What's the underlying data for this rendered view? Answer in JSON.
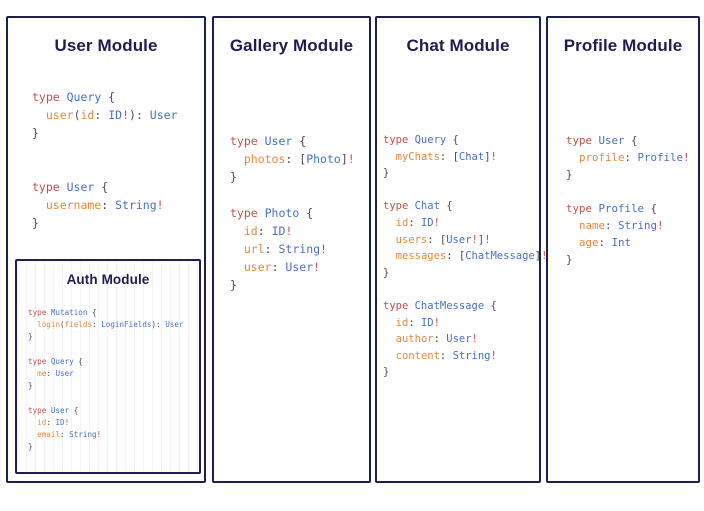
{
  "board": {
    "background_color": "#ffffff",
    "card_border_color": "#1c1f4f",
    "heading_color": "#201c50",
    "syntax_colors": {
      "keyword": "#c0504d",
      "type_name": "#4a6fc0",
      "field_name": "#e08a3c",
      "punctuation": "#4a4a55",
      "non_null_bang": "#c0504d"
    }
  },
  "cards": {
    "user": {
      "title": "User Module",
      "code_lines": [
        [
          {
            "t": "type ",
            "c": "kw"
          },
          {
            "t": "Query",
            "c": "ty"
          },
          {
            "t": " {",
            "c": "pun"
          }
        ],
        [
          {
            "t": "  ",
            "c": "pun"
          },
          {
            "t": "user",
            "c": "fld"
          },
          {
            "t": "(",
            "c": "pun"
          },
          {
            "t": "id",
            "c": "fld"
          },
          {
            "t": ": ",
            "c": "pun"
          },
          {
            "t": "ID",
            "c": "ty"
          },
          {
            "t": "!",
            "c": "bang"
          },
          {
            "t": "): ",
            "c": "pun"
          },
          {
            "t": "User",
            "c": "ty"
          }
        ],
        [
          {
            "t": "}",
            "c": "pun"
          }
        ],
        [
          {
            "t": "",
            "c": "pun"
          }
        ],
        [
          {
            "t": "",
            "c": "pun"
          }
        ],
        [
          {
            "t": "type ",
            "c": "kw"
          },
          {
            "t": "User",
            "c": "ty"
          },
          {
            "t": " {",
            "c": "pun"
          }
        ],
        [
          {
            "t": "  ",
            "c": "pun"
          },
          {
            "t": "username",
            "c": "fld"
          },
          {
            "t": ": ",
            "c": "pun"
          },
          {
            "t": "String",
            "c": "ty"
          },
          {
            "t": "!",
            "c": "bang"
          }
        ],
        [
          {
            "t": "}",
            "c": "pun"
          }
        ]
      ]
    },
    "auth": {
      "title": "Auth Module",
      "code_lines": [
        [
          {
            "t": "type ",
            "c": "kw"
          },
          {
            "t": "Mutation",
            "c": "ty"
          },
          {
            "t": " {",
            "c": "pun"
          }
        ],
        [
          {
            "t": "  ",
            "c": "pun"
          },
          {
            "t": "login",
            "c": "fld"
          },
          {
            "t": "(",
            "c": "pun"
          },
          {
            "t": "fields",
            "c": "fld"
          },
          {
            "t": ": ",
            "c": "pun"
          },
          {
            "t": "LoginFields",
            "c": "ty"
          },
          {
            "t": "): ",
            "c": "pun"
          },
          {
            "t": "User",
            "c": "ty"
          }
        ],
        [
          {
            "t": "}",
            "c": "pun"
          }
        ],
        [
          {
            "t": "",
            "c": "pun"
          }
        ],
        [
          {
            "t": "type ",
            "c": "kw"
          },
          {
            "t": "Query",
            "c": "ty"
          },
          {
            "t": " {",
            "c": "pun"
          }
        ],
        [
          {
            "t": "  ",
            "c": "pun"
          },
          {
            "t": "me",
            "c": "fld"
          },
          {
            "t": ": ",
            "c": "pun"
          },
          {
            "t": "User",
            "c": "ty"
          }
        ],
        [
          {
            "t": "}",
            "c": "pun"
          }
        ],
        [
          {
            "t": "",
            "c": "pun"
          }
        ],
        [
          {
            "t": "type ",
            "c": "kw"
          },
          {
            "t": "User",
            "c": "ty"
          },
          {
            "t": " {",
            "c": "pun"
          }
        ],
        [
          {
            "t": "  ",
            "c": "pun"
          },
          {
            "t": "id",
            "c": "fld"
          },
          {
            "t": ": ",
            "c": "pun"
          },
          {
            "t": "ID",
            "c": "ty"
          },
          {
            "t": "!",
            "c": "bang"
          }
        ],
        [
          {
            "t": "  ",
            "c": "pun"
          },
          {
            "t": "email",
            "c": "fld"
          },
          {
            "t": ": ",
            "c": "pun"
          },
          {
            "t": "String",
            "c": "ty"
          },
          {
            "t": "!",
            "c": "bang"
          }
        ],
        [
          {
            "t": "}",
            "c": "pun"
          }
        ]
      ]
    },
    "gallery": {
      "title": "Gallery Module",
      "code_lines": [
        [
          {
            "t": "type ",
            "c": "kw"
          },
          {
            "t": "User",
            "c": "ty"
          },
          {
            "t": " {",
            "c": "pun"
          }
        ],
        [
          {
            "t": "  ",
            "c": "pun"
          },
          {
            "t": "photos",
            "c": "fld"
          },
          {
            "t": ": [",
            "c": "pun"
          },
          {
            "t": "Photo",
            "c": "ty"
          },
          {
            "t": "]",
            "c": "pun"
          },
          {
            "t": "!",
            "c": "bang"
          }
        ],
        [
          {
            "t": "}",
            "c": "pun"
          }
        ],
        [
          {
            "t": "",
            "c": "pun"
          }
        ],
        [
          {
            "t": "type ",
            "c": "kw"
          },
          {
            "t": "Photo",
            "c": "ty"
          },
          {
            "t": " {",
            "c": "pun"
          }
        ],
        [
          {
            "t": "  ",
            "c": "pun"
          },
          {
            "t": "id",
            "c": "fld"
          },
          {
            "t": ": ",
            "c": "pun"
          },
          {
            "t": "ID",
            "c": "ty"
          },
          {
            "t": "!",
            "c": "bang"
          }
        ],
        [
          {
            "t": "  ",
            "c": "pun"
          },
          {
            "t": "url",
            "c": "fld"
          },
          {
            "t": ": ",
            "c": "pun"
          },
          {
            "t": "String",
            "c": "ty"
          },
          {
            "t": "!",
            "c": "bang"
          }
        ],
        [
          {
            "t": "  ",
            "c": "pun"
          },
          {
            "t": "user",
            "c": "fld"
          },
          {
            "t": ": ",
            "c": "pun"
          },
          {
            "t": "User",
            "c": "ty"
          },
          {
            "t": "!",
            "c": "bang"
          }
        ],
        [
          {
            "t": "}",
            "c": "pun"
          }
        ]
      ]
    },
    "chat": {
      "title": "Chat Module",
      "code_lines": [
        [
          {
            "t": "type ",
            "c": "kw"
          },
          {
            "t": "Query",
            "c": "ty"
          },
          {
            "t": " {",
            "c": "pun"
          }
        ],
        [
          {
            "t": "  ",
            "c": "pun"
          },
          {
            "t": "myChats",
            "c": "fld"
          },
          {
            "t": ": [",
            "c": "pun"
          },
          {
            "t": "Chat",
            "c": "ty"
          },
          {
            "t": "]",
            "c": "pun"
          },
          {
            "t": "!",
            "c": "bang"
          }
        ],
        [
          {
            "t": "}",
            "c": "pun"
          }
        ],
        [
          {
            "t": "",
            "c": "pun"
          }
        ],
        [
          {
            "t": "type ",
            "c": "kw"
          },
          {
            "t": "Chat",
            "c": "ty"
          },
          {
            "t": " {",
            "c": "pun"
          }
        ],
        [
          {
            "t": "  ",
            "c": "pun"
          },
          {
            "t": "id",
            "c": "fld"
          },
          {
            "t": ": ",
            "c": "pun"
          },
          {
            "t": "ID",
            "c": "ty"
          },
          {
            "t": "!",
            "c": "bang"
          }
        ],
        [
          {
            "t": "  ",
            "c": "pun"
          },
          {
            "t": "users",
            "c": "fld"
          },
          {
            "t": ": [",
            "c": "pun"
          },
          {
            "t": "User",
            "c": "ty"
          },
          {
            "t": "!",
            "c": "bang"
          },
          {
            "t": "]",
            "c": "pun"
          },
          {
            "t": "!",
            "c": "bang"
          }
        ],
        [
          {
            "t": "  ",
            "c": "pun"
          },
          {
            "t": "messages",
            "c": "fld"
          },
          {
            "t": ": [",
            "c": "pun"
          },
          {
            "t": "ChatMessage",
            "c": "ty"
          },
          {
            "t": "]",
            "c": "pun"
          },
          {
            "t": "!",
            "c": "bang"
          }
        ],
        [
          {
            "t": "}",
            "c": "pun"
          }
        ],
        [
          {
            "t": "",
            "c": "pun"
          }
        ],
        [
          {
            "t": "type ",
            "c": "kw"
          },
          {
            "t": "ChatMessage",
            "c": "ty"
          },
          {
            "t": " {",
            "c": "pun"
          }
        ],
        [
          {
            "t": "  ",
            "c": "pun"
          },
          {
            "t": "id",
            "c": "fld"
          },
          {
            "t": ": ",
            "c": "pun"
          },
          {
            "t": "ID",
            "c": "ty"
          },
          {
            "t": "!",
            "c": "bang"
          }
        ],
        [
          {
            "t": "  ",
            "c": "pun"
          },
          {
            "t": "author",
            "c": "fld"
          },
          {
            "t": ": ",
            "c": "pun"
          },
          {
            "t": "User",
            "c": "ty"
          },
          {
            "t": "!",
            "c": "bang"
          }
        ],
        [
          {
            "t": "  ",
            "c": "pun"
          },
          {
            "t": "content",
            "c": "fld"
          },
          {
            "t": ": ",
            "c": "pun"
          },
          {
            "t": "String",
            "c": "ty"
          },
          {
            "t": "!",
            "c": "bang"
          }
        ],
        [
          {
            "t": "}",
            "c": "pun"
          }
        ]
      ]
    },
    "profile": {
      "title": "Profile Module",
      "code_lines": [
        [
          {
            "t": "type ",
            "c": "kw"
          },
          {
            "t": "User",
            "c": "ty"
          },
          {
            "t": " {",
            "c": "pun"
          }
        ],
        [
          {
            "t": "  ",
            "c": "pun"
          },
          {
            "t": "profile",
            "c": "fld"
          },
          {
            "t": ": ",
            "c": "pun"
          },
          {
            "t": "Profile",
            "c": "ty"
          },
          {
            "t": "!",
            "c": "bang"
          }
        ],
        [
          {
            "t": "}",
            "c": "pun"
          }
        ],
        [
          {
            "t": "",
            "c": "pun"
          }
        ],
        [
          {
            "t": "type ",
            "c": "kw"
          },
          {
            "t": "Profile",
            "c": "ty"
          },
          {
            "t": " {",
            "c": "pun"
          }
        ],
        [
          {
            "t": "  ",
            "c": "pun"
          },
          {
            "t": "name",
            "c": "fld"
          },
          {
            "t": ": ",
            "c": "pun"
          },
          {
            "t": "String",
            "c": "ty"
          },
          {
            "t": "!",
            "c": "bang"
          }
        ],
        [
          {
            "t": "  ",
            "c": "pun"
          },
          {
            "t": "age",
            "c": "fld"
          },
          {
            "t": ": ",
            "c": "pun"
          },
          {
            "t": "Int",
            "c": "ty"
          }
        ],
        [
          {
            "t": "}",
            "c": "pun"
          }
        ]
      ]
    }
  }
}
